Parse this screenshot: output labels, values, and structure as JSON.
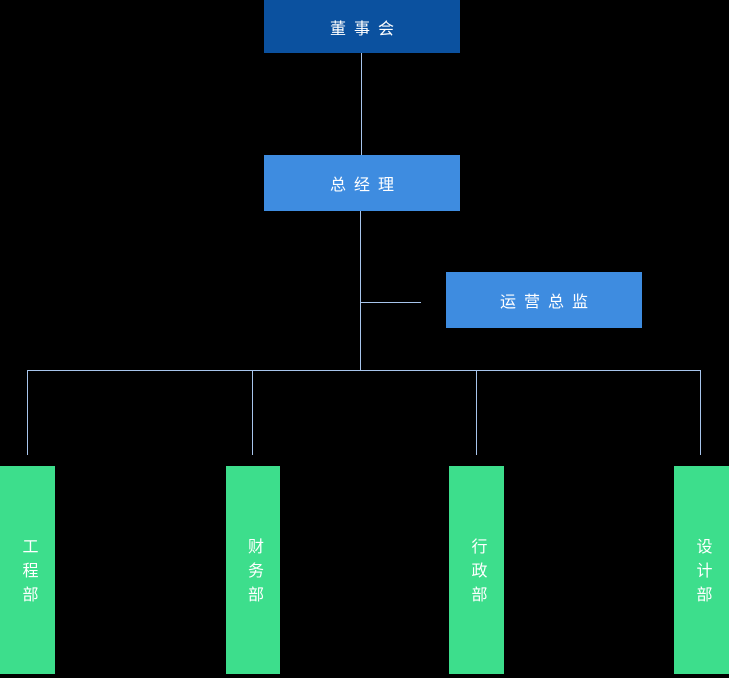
{
  "org_chart": {
    "root": {
      "id": "board",
      "label": "董事会"
    },
    "general_manager": {
      "id": "general-manager",
      "label": "总经理"
    },
    "staff_branch": {
      "id": "operations-director",
      "label": "运营总监"
    },
    "departments": [
      {
        "id": "engineering",
        "label": "工程部"
      },
      {
        "id": "finance",
        "label": "财务部"
      },
      {
        "id": "administration",
        "label": "行政部"
      },
      {
        "id": "design",
        "label": "设计部"
      }
    ]
  },
  "colors": {
    "background": "#000000",
    "root_box": "#0b519f",
    "manager_box": "#3e8ce0",
    "staff_box": "#3e8ce0",
    "department_box": "#3dde8c",
    "connector_line": "#a7c5ec",
    "text": "#ffffff"
  }
}
